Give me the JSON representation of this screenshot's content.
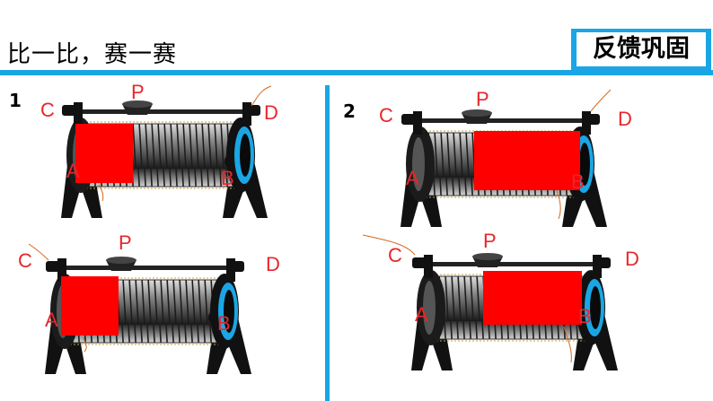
{
  "header": {
    "title": "比一比，赛一赛",
    "badge": "反馈巩固"
  },
  "panels": [
    {
      "number": "1"
    },
    {
      "number": "2"
    }
  ],
  "labels": {
    "c": "C",
    "p": "P",
    "d": "D",
    "a": "A",
    "b": "B"
  },
  "colors": {
    "accent": "#1aa6e4",
    "block": "#ff0000",
    "label": "#e8262a"
  }
}
